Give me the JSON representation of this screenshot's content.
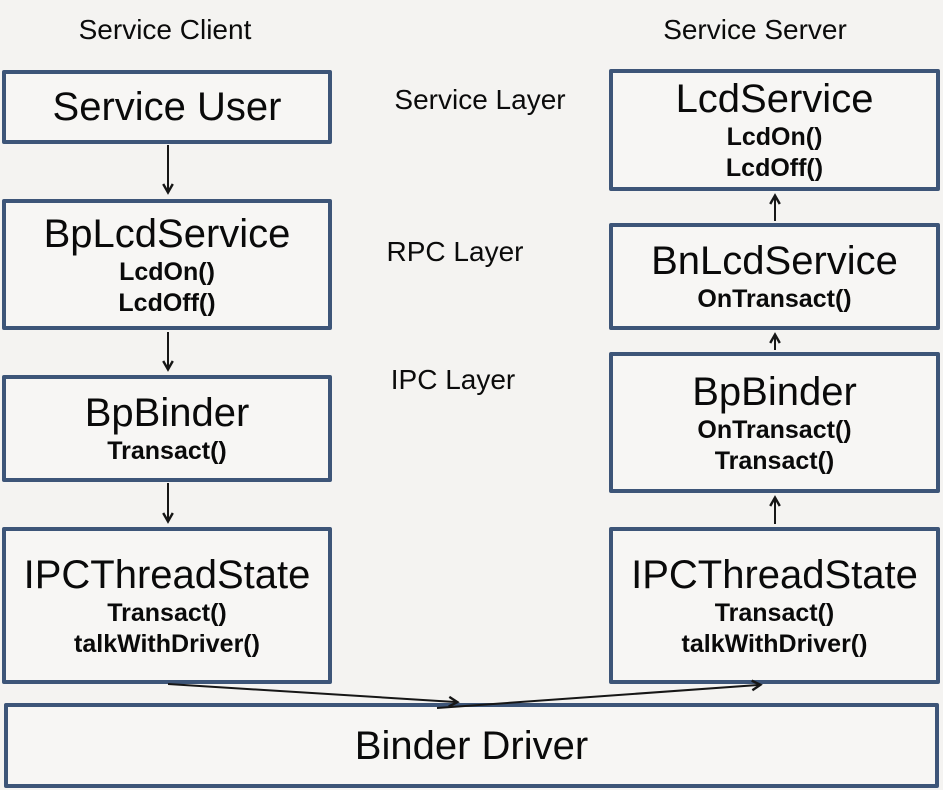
{
  "headers": {
    "client": "Service Client",
    "server": "Service Server"
  },
  "layer_labels": {
    "service": "Service Layer",
    "rpc": "RPC Layer",
    "ipc": "IPC Layer"
  },
  "client_boxes": {
    "service_user": {
      "title": "Service User",
      "methods": []
    },
    "bp_lcd_service": {
      "title": "BpLcdService",
      "methods": [
        "LcdOn()",
        "LcdOff()"
      ]
    },
    "bp_binder": {
      "title": "BpBinder",
      "methods": [
        "Transact()"
      ]
    },
    "ipc_thread_state": {
      "title": "IPCThreadState",
      "methods": [
        "Transact()",
        "talkWithDriver()"
      ]
    }
  },
  "server_boxes": {
    "lcd_service": {
      "title": "LcdService",
      "methods": [
        "LcdOn()",
        "LcdOff()"
      ]
    },
    "bn_lcd_service": {
      "title": "BnLcdService",
      "methods": [
        "OnTransact()"
      ]
    },
    "bp_binder": {
      "title": "BpBinder",
      "methods": [
        "OnTransact()",
        "Transact()"
      ]
    },
    "ipc_thread_state": {
      "title": "IPCThreadState",
      "methods": [
        "Transact()",
        "talkWithDriver()"
      ]
    }
  },
  "bottom_box": {
    "title": "Binder Driver"
  },
  "colors": {
    "box_border": "#3d5578",
    "box_fill": "#f7f6f4",
    "background": "#f4f3f1",
    "arrow": "#161616",
    "text": "#0a0a0a"
  }
}
